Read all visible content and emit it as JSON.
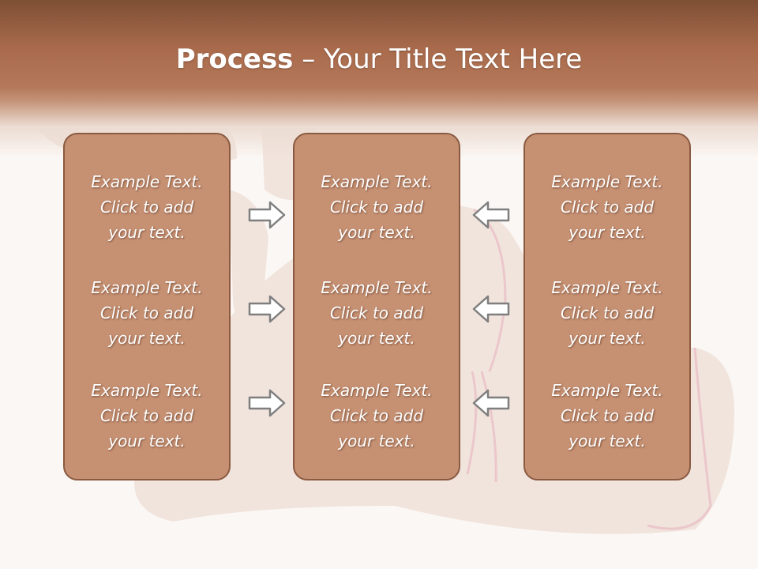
{
  "slide": {
    "title_bold": "Process",
    "title_rest": " – Your Title Text Here",
    "columns": [
      {
        "items": [
          "Example Text.\nClick  to add\nyour text.",
          "Example Text.\nClick  to add\nyour text.",
          "Example Text.\nClick  to add\nyour text."
        ]
      },
      {
        "items": [
          "Example Text.\nClick  to add\nyour text.",
          "Example Text.\nClick  to add\nyour text.",
          "Example Text.\nClick  to add\nyour text."
        ]
      },
      {
        "items": [
          "Example Text.\nClick  to add\nyour text.",
          "Example Text.\nClick  to add\nyour text.",
          "Example Text.\nClick  to add\nyour text."
        ]
      }
    ],
    "arrows": {
      "left_column": [
        "right-arrow",
        "right-arrow",
        "right-arrow"
      ],
      "right_column": [
        "left-arrow",
        "left-arrow",
        "left-arrow"
      ]
    },
    "colors": {
      "header": "#a86a4b",
      "panel_fill": "#c69072",
      "panel_border": "#8a5a40",
      "text": "#ffffff",
      "arrow_fill": "#ffffff",
      "arrow_stroke": "#7f7f7f"
    }
  }
}
